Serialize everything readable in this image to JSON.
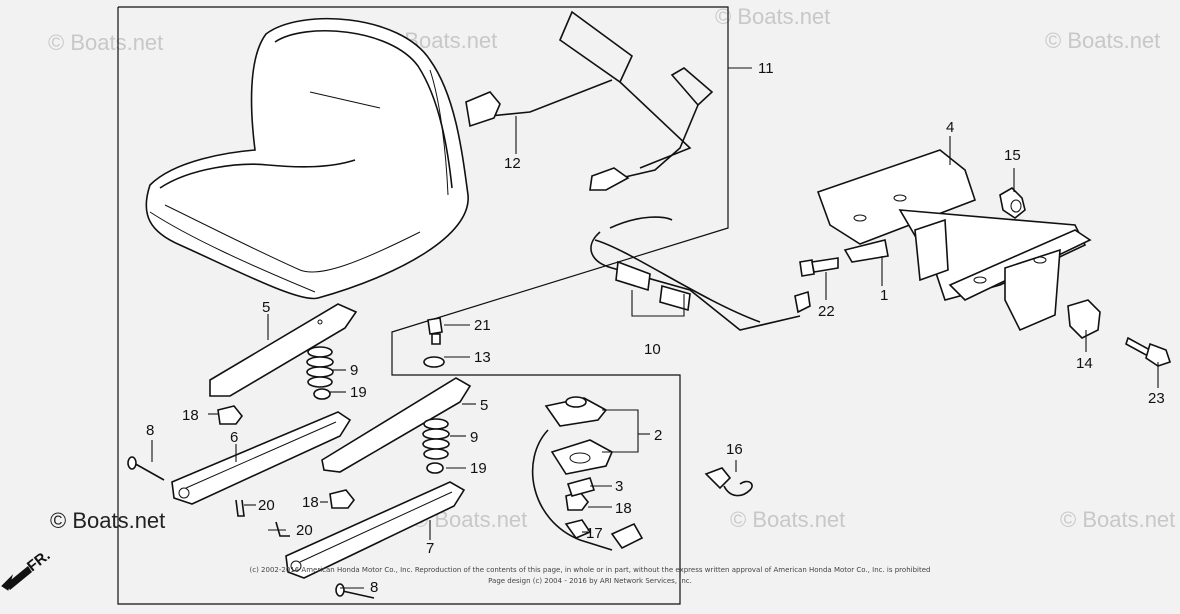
{
  "diagram": {
    "watermark": "© Boats.net",
    "copyright_line1": "(c) 2002-2016 American Honda Motor Co., Inc. Reproduction of the contents of this page, in whole or in part, without the express written approval of American Honda Motor Co., Inc. is prohibited",
    "copyright_line2": "Page design (c) 2004 - 2016 by ARI Network Services, Inc.",
    "direction_label": "FR.",
    "callouts": [
      "1",
      "2",
      "3",
      "4",
      "5",
      "5",
      "6",
      "7",
      "8",
      "8",
      "9",
      "9",
      "10",
      "11",
      "12",
      "13",
      "14",
      "15",
      "16",
      "17",
      "18",
      "18",
      "18",
      "19",
      "19",
      "20",
      "20",
      "21",
      "22",
      "23"
    ]
  }
}
